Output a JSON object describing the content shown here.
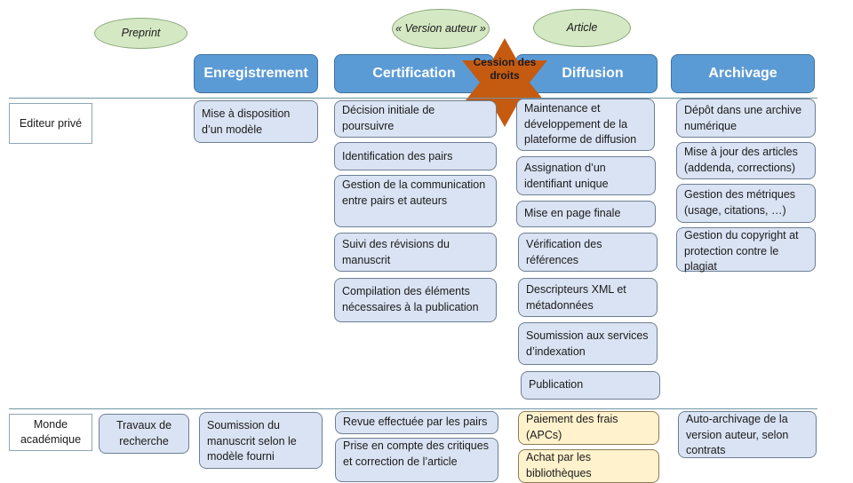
{
  "stages": {
    "preprint": "Preprint",
    "version_auteur": "« Version auteur »",
    "article": "Article"
  },
  "headers": {
    "enregistrement": "Enregistrement",
    "certification": "Certification",
    "diffusion": "Diffusion",
    "archivage": "Archivage"
  },
  "cession": "Cession des droits",
  "rows": {
    "editeur": "Editeur privé",
    "academique": "Monde académique"
  },
  "editeur": {
    "enregistrement": [
      "Mise à disposition d’un modèle"
    ],
    "certification": [
      "Décision initiale de poursuivre",
      "Identification des pairs",
      "Gestion de la communication entre pairs et auteurs",
      "Suivi des révisions du manuscrit",
      "Compilation des éléments nécessaires à la publication"
    ],
    "diffusion": [
      "Maintenance et développement de la plateforme de diffusion",
      "Assignation d’un identifiant unique",
      "Mise en page finale",
      "Vérification des références",
      "Descripteurs XML et métadonnées",
      "Soumission aux services d’indexation",
      "Publication"
    ],
    "archivage": [
      "Dépôt dans une archive numérique",
      "Mise à jour des articles (addenda, corrections)",
      "Gestion des métriques (usage, citations, …)",
      "Gestion du copyright at protection contre le plagiat"
    ]
  },
  "academique": {
    "travaux": "Travaux de recherche",
    "enregistrement": [
      "Soumission du manuscrit selon le modèle fourni"
    ],
    "certification": [
      "Revue effectuée par les pairs",
      "Prise en compte des critiques  et correction de l’article"
    ],
    "diffusion": [
      "Paiement des frais (APCs)",
      "Achat par les bibliothèques"
    ],
    "archivage": [
      "Auto-archivage de la version auteur, selon contrats"
    ]
  },
  "colors": {
    "header": "#5b9bd5",
    "box": "#dae3f3",
    "box_yellow": "#fff2cc",
    "ellipse": "#d5e8c4",
    "star": "#c55a11"
  }
}
